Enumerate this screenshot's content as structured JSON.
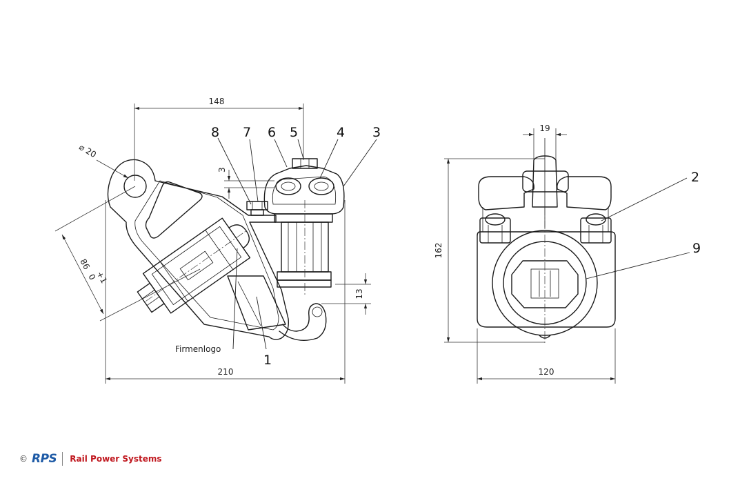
{
  "dimensions": {
    "top_width": "148",
    "hole_dia": "⌀ 20",
    "small_gap": "3",
    "slant": "86",
    "slant_tol_upper": "+1",
    "slant_tol_lower": "0",
    "hook_height": "13",
    "base_width": "210",
    "slot_width": "19",
    "height": "162",
    "side_width": "120"
  },
  "callouts": {
    "c1": "1",
    "c2": "2",
    "c3": "3",
    "c4": "4",
    "c5": "5",
    "c6": "6",
    "c7": "7",
    "c8": "8",
    "c9": "9"
  },
  "labels": {
    "logo_area": "Firmenlogo"
  },
  "footer": {
    "copyright": "©",
    "brand_mark": "RPS",
    "company": "Rail Power Systems",
    "brand_color": "#1d5aa6",
    "company_color": "#c0171e"
  }
}
